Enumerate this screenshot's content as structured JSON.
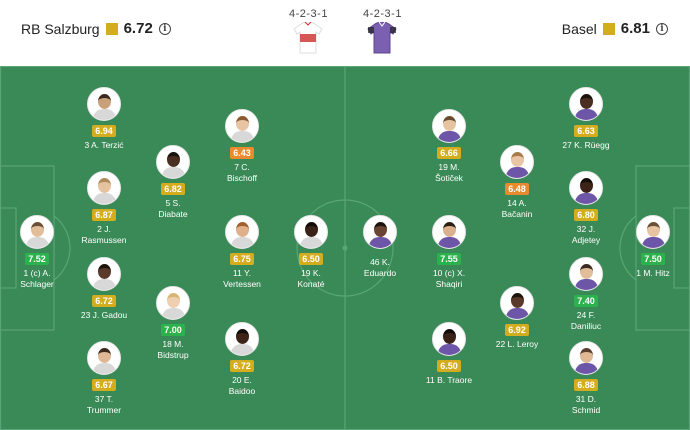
{
  "home": {
    "name": "RB Salzburg",
    "rating": "6.72",
    "formation": "4-2-3-1"
  },
  "away": {
    "name": "Basel",
    "rating": "6.81",
    "formation": "4-2-3-1"
  },
  "colors": {
    "pitch": "#3a8a57",
    "rating_yellow": "#d4ad1e",
    "rating_orange": "#e98a2c",
    "rating_green": "#2bb24c"
  },
  "players": [
    {
      "id": "terzic",
      "rating": "6.94",
      "color": "y",
      "line1": "3 A. Terzić",
      "line2": "",
      "skin": "#caa07a",
      "hair": "#3a2a1e"
    },
    {
      "id": "rasmussen",
      "rating": "6.87",
      "color": "y",
      "line1": "2 J.",
      "line2": "Rasmussen",
      "skin": "#e5c2a0",
      "hair": "#b08a5a"
    },
    {
      "id": "gadou",
      "rating": "6.72",
      "color": "y",
      "line1": "23 J. Gadou",
      "line2": "",
      "skin": "#5a3a2a",
      "hair": "#1d140e"
    },
    {
      "id": "trummer",
      "rating": "6.67",
      "color": "y",
      "line1": "37 T.",
      "line2": "Trummer",
      "skin": "#e0b895",
      "hair": "#3b2a1d"
    },
    {
      "id": "schlager",
      "rating": "7.52",
      "color": "g",
      "line1": "1 (c) A.",
      "line2": "Schlager",
      "skin": "#e2bd9a",
      "hair": "#6b5038"
    },
    {
      "id": "diabate",
      "rating": "6.82",
      "color": "y",
      "line1": "5 S.",
      "line2": "Diabate",
      "skin": "#4a2e22",
      "hair": "#1a120c"
    },
    {
      "id": "bidstrup",
      "rating": "7.00",
      "color": "g",
      "line1": "18 M.",
      "line2": "Bidstrup",
      "skin": "#efcfb0",
      "hair": "#d9b472"
    },
    {
      "id": "bischoff",
      "rating": "6.43",
      "color": "o",
      "line1": "7 C.",
      "line2": "Bischoff",
      "skin": "#e8c4a2",
      "hair": "#8a5a30"
    },
    {
      "id": "vertessen",
      "rating": "6.75",
      "color": "y",
      "line1": "11 Y.",
      "line2": "Vertessen",
      "skin": "#dfb08a",
      "hair": "#a0622e"
    },
    {
      "id": "baidoo",
      "rating": "6.72",
      "color": "y",
      "line1": "20 E.",
      "line2": "Baidoo",
      "skin": "#3e2418",
      "hair": "#140d09"
    },
    {
      "id": "konate",
      "rating": "6.50",
      "color": "y",
      "line1": "19 K.",
      "line2": "Konaté",
      "skin": "#3a2218",
      "hair": "#120b08"
    },
    {
      "id": "eduardo",
      "rating": "-",
      "color": "none",
      "line1": "46 K.",
      "line2": "Eduardo",
      "skin": "#6a4432",
      "hair": "#1c130e"
    },
    {
      "id": "sotocek",
      "rating": "6.66",
      "color": "y",
      "line1": "19 M.",
      "line2": "Šotiček",
      "skin": "#e6c3a1",
      "hair": "#6b4b30"
    },
    {
      "id": "shaqiri",
      "rating": "7.55",
      "color": "g",
      "line1": "10 (c) X.",
      "line2": "Shaqiri",
      "skin": "#dab08e",
      "hair": "#2b1e16"
    },
    {
      "id": "traore",
      "rating": "6.50",
      "color": "y",
      "line1": "11 B. Traore",
      "line2": "",
      "skin": "#3a2218",
      "hair": "#120b08"
    },
    {
      "id": "bacanin",
      "rating": "6.48",
      "color": "o",
      "line1": "14 A.",
      "line2": "Bačanin",
      "skin": "#e8c5a5",
      "hair": "#a87b4a"
    },
    {
      "id": "leroy",
      "rating": "6.92",
      "color": "y",
      "line1": "22 L. Leroy",
      "line2": "",
      "skin": "#5a3a2a",
      "hair": "#1d140e"
    },
    {
      "id": "ruegg",
      "rating": "6.63",
      "color": "y",
      "line1": "27 K. Rüegg",
      "line2": "",
      "skin": "#4a2e22",
      "hair": "#1a120c"
    },
    {
      "id": "adjetey",
      "rating": "6.80",
      "color": "y",
      "line1": "32 J.",
      "line2": "Adjetey",
      "skin": "#3e2418",
      "hair": "#140d09"
    },
    {
      "id": "daniliuc",
      "rating": "7.40",
      "color": "g",
      "line1": "24 F.",
      "line2": "Daniliuc",
      "skin": "#e2bd9a",
      "hair": "#3b2a1d"
    },
    {
      "id": "schmid",
      "rating": "6.88",
      "color": "y",
      "line1": "31 D.",
      "line2": "Schmid",
      "skin": "#dfb894",
      "hair": "#5a4030"
    },
    {
      "id": "hitz",
      "rating": "7.50",
      "color": "g",
      "line1": "1 M. Hitz",
      "line2": "",
      "skin": "#e6c3a1",
      "hair": "#6b5038"
    }
  ]
}
